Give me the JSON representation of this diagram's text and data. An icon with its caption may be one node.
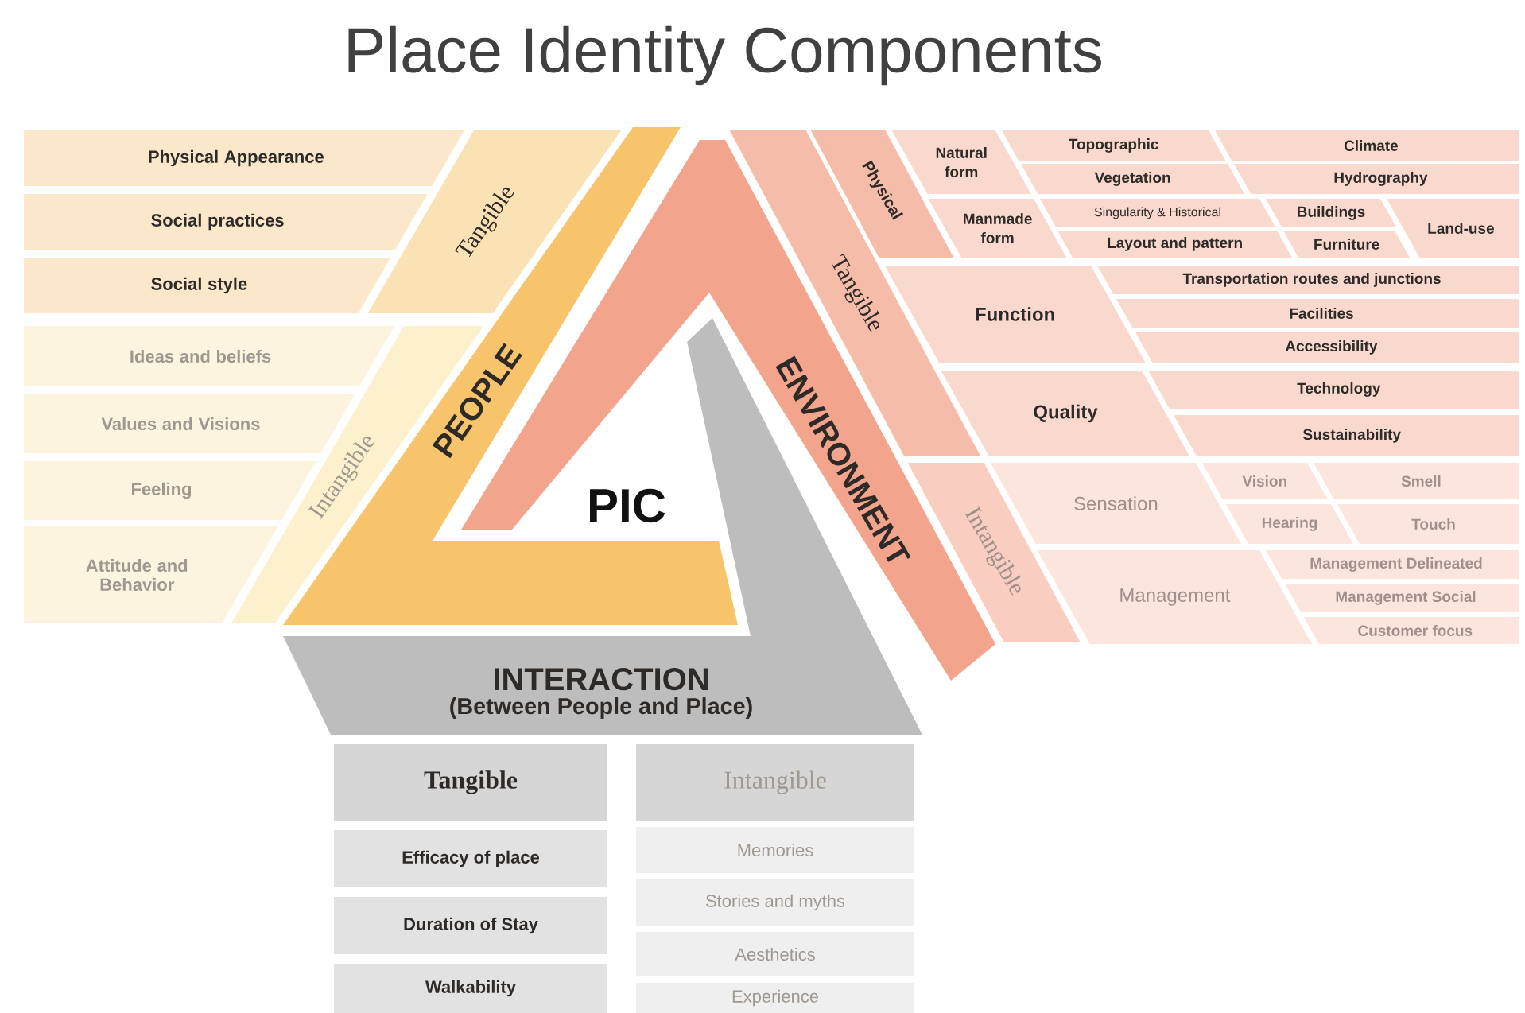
{
  "diagram": {
    "title": "Place Identity Components",
    "nodes": [
      {
        "text": [
          "PEOPLE"
        ]
      },
      {
        "text": [
          "ENVIRONMENT"
        ]
      },
      {
        "text": [
          "INTERACTION",
          "(Between People and Place)"
        ]
      },
      {
        "text": [
          "Tangible"
        ]
      },
      {
        "text": [
          "Physical Appearance"
        ]
      },
      {
        "text": [
          "Social practices"
        ]
      },
      {
        "text": [
          "Social style"
        ]
      },
      {
        "text": [
          "Intangible"
        ]
      },
      {
        "text": [
          "Ideas and beliefs"
        ]
      },
      {
        "text": [
          "Values and Visions"
        ]
      },
      {
        "text": [
          "Feeling"
        ]
      },
      {
        "text": [
          "Attitude and Behavior"
        ]
      },
      {
        "text": [
          "Tangible"
        ]
      },
      {
        "text": [
          "Physical"
        ]
      },
      {
        "text": [
          "Natural form"
        ]
      },
      {
        "text": [
          "Topographic"
        ]
      },
      {
        "text": [
          "Climate"
        ]
      },
      {
        "text": [
          "Vegetation"
        ]
      },
      {
        "text": [
          "Hydrography"
        ]
      },
      {
        "text": [
          "Manmade form"
        ]
      },
      {
        "text": [
          "Singularity & Historical"
        ]
      },
      {
        "text": [
          "Buildings"
        ]
      },
      {
        "text": [
          "Land-use"
        ]
      },
      {
        "text": [
          "Layout and pattern"
        ]
      },
      {
        "text": [
          "Furniture"
        ]
      },
      {
        "text": [
          "Function"
        ]
      },
      {
        "text": [
          "Transportation routes and junctions"
        ]
      },
      {
        "text": [
          "Facilities"
        ]
      },
      {
        "text": [
          "Accessibility"
        ]
      },
      {
        "text": [
          "Quality"
        ]
      },
      {
        "text": [
          "Technology"
        ]
      },
      {
        "text": [
          "Sustainability"
        ]
      },
      {
        "text": [
          "Intangible"
        ]
      },
      {
        "text": [
          "Sensation"
        ]
      },
      {
        "text": [
          "Vision"
        ]
      },
      {
        "text": [
          "Smell"
        ]
      },
      {
        "text": [
          "Hearing"
        ]
      },
      {
        "text": [
          "Touch"
        ]
      },
      {
        "text": [
          "Management"
        ]
      },
      {
        "text": [
          "Management Delineated"
        ]
      },
      {
        "text": [
          "Management Social"
        ]
      },
      {
        "text": [
          "Customer focus"
        ]
      },
      {
        "text": [
          "Tangible"
        ]
      },
      {
        "text": [
          "Efficacy of place"
        ]
      },
      {
        "text": [
          "Duration of Stay"
        ]
      },
      {
        "text": [
          "Walkability"
        ]
      },
      {
        "text": [
          "Intangible"
        ]
      },
      {
        "text": [
          "Memories"
        ]
      },
      {
        "text": [
          "Stories and myths"
        ]
      },
      {
        "text": [
          "Aesthetics"
        ]
      },
      {
        "text": [
          "Experience"
        ]
      }
    ],
    "labels": [
      "PIC"
    ]
  }
}
